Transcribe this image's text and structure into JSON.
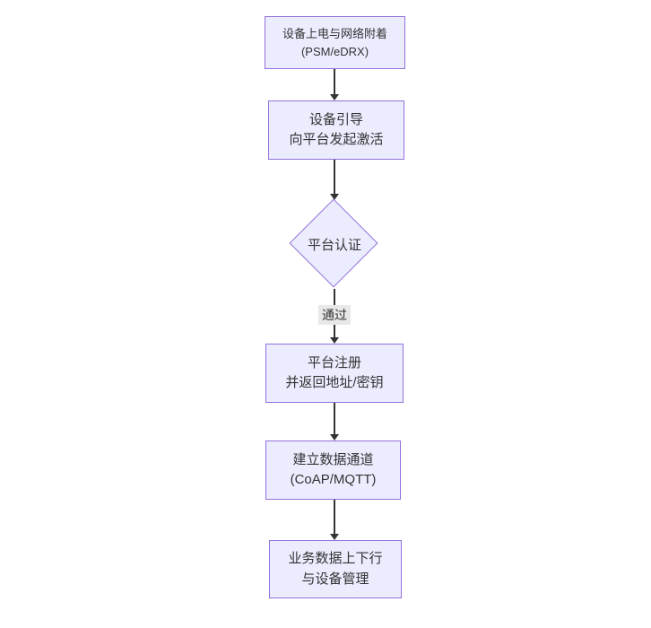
{
  "colors": {
    "background": "#ffffff",
    "node_fill": "#ECECFF",
    "node_border": "#9370DB",
    "text": "#333333",
    "arrow": "#333333",
    "edge_label_bg": "#e8e8e8"
  },
  "flowchart": {
    "nodes": {
      "power_attach": {
        "line1": "设备上电与网络附着",
        "line2": "(PSM/eDRX)"
      },
      "bootstrap": {
        "line1": "设备引导",
        "line2": "向平台发起激活"
      },
      "auth": {
        "label": "平台认证"
      },
      "register": {
        "line1": "平台注册",
        "line2": "并返回地址/密钥"
      },
      "channel": {
        "line1": "建立数据通道",
        "line2": "(CoAP/MQTT)"
      },
      "business": {
        "line1": "业务数据上下行",
        "line2": "与设备管理"
      }
    },
    "edges": {
      "auth_pass_label": "通过"
    }
  }
}
